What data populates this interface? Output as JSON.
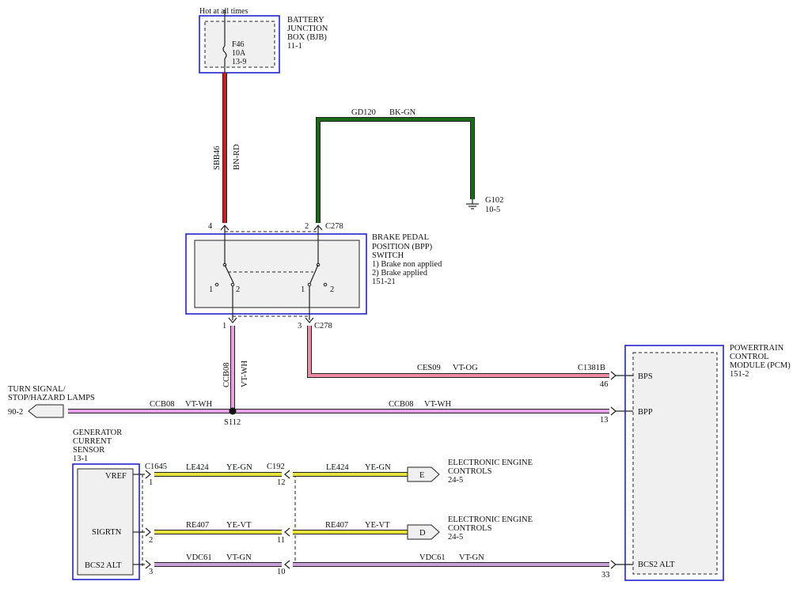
{
  "bjb": {
    "hot": "Hot at all times",
    "name_lines": [
      "BATTERY",
      "JUNCTION",
      "BOX (BJB)",
      "11-1"
    ],
    "fuse_lines": [
      "F46",
      "10A",
      "13-9"
    ]
  },
  "ground": {
    "circuit": "GD120",
    "color": "BK-GN",
    "id": "G102",
    "ref": "10-5"
  },
  "sbb46": {
    "circuit": "SBB46",
    "color": "BN-RD"
  },
  "bpp": {
    "name_lines": [
      "BRAKE PEDAL",
      "POSITION (BPP)",
      "SWITCH",
      "1) Brake non applied",
      "2) Brake applied",
      "151-21"
    ],
    "pin_top_left": "4",
    "pin_top_right": "2",
    "conn_top": "C278",
    "pin_bot_left": "1",
    "pin_bot_right": "3",
    "conn_bot": "C278",
    "sw1_a": "1",
    "sw1_b": "2",
    "sw2_a": "1",
    "sw2_b": "2"
  },
  "ccb08_v": {
    "circuit": "CCB08",
    "color": "VT-WH"
  },
  "splice": "S112",
  "ces09": {
    "circuit": "CES09",
    "color": "VT-OG",
    "conn": "C1381B",
    "pin": "46"
  },
  "ccb08_left": {
    "circuit": "CCB08",
    "color": "VT-WH"
  },
  "ccb08_right": {
    "circuit": "CCB08",
    "color": "VT-WH",
    "pin": "13"
  },
  "turn": {
    "name_lines": [
      "TURN SIGNAL/",
      "STOP/HAZARD LAMPS"
    ],
    "ref": "90-2"
  },
  "pcm": {
    "name_lines": [
      "POWERTRAIN",
      "CONTROL",
      "MODULE (PCM)",
      "151-2"
    ],
    "bps": "BPS",
    "bpp": "BPP",
    "bcs2": "BCS2 ALT"
  },
  "gen": {
    "name_lines": [
      "GENERATOR",
      "CURRENT",
      "SENSOR",
      "13-1"
    ],
    "conn": "C1645",
    "vref": "VREF",
    "sigrtn": "SIGRTN",
    "bcs2": "BCS2 ALT",
    "pin1": "1",
    "pin2": "2",
    "pin3": "3"
  },
  "c192": {
    "conn": "C192",
    "pin12": "12",
    "pin11": "11",
    "pin10": "10"
  },
  "le424_left": {
    "circuit": "LE424",
    "color": "YE-GN"
  },
  "le424_right": {
    "circuit": "LE424",
    "color": "YE-GN"
  },
  "re407_left": {
    "circuit": "RE407",
    "color": "YE-VT"
  },
  "re407_right": {
    "circuit": "RE407",
    "color": "YE-VT"
  },
  "vdc61_left": {
    "circuit": "VDC61",
    "color": "VT-GN"
  },
  "vdc61_right": {
    "circuit": "VDC61",
    "color": "VT-GN",
    "pin": "33"
  },
  "eec_e": {
    "tag": "E",
    "name_lines": [
      "ELECTRONIC ENGINE",
      "CONTROLS",
      "24-5"
    ]
  },
  "eec_d": {
    "tag": "D",
    "name_lines": [
      "ELECTRONIC ENGINE",
      "CONTROLS",
      "24-5"
    ]
  },
  "colors": {
    "red": "#c8201e",
    "green": "#1a6a1a",
    "violet": "#e6a0e6",
    "pink": "#ef8aa6",
    "yellow": "#e6e23a",
    "vdc": "#c8a0d8",
    "box": "#2222cc"
  }
}
